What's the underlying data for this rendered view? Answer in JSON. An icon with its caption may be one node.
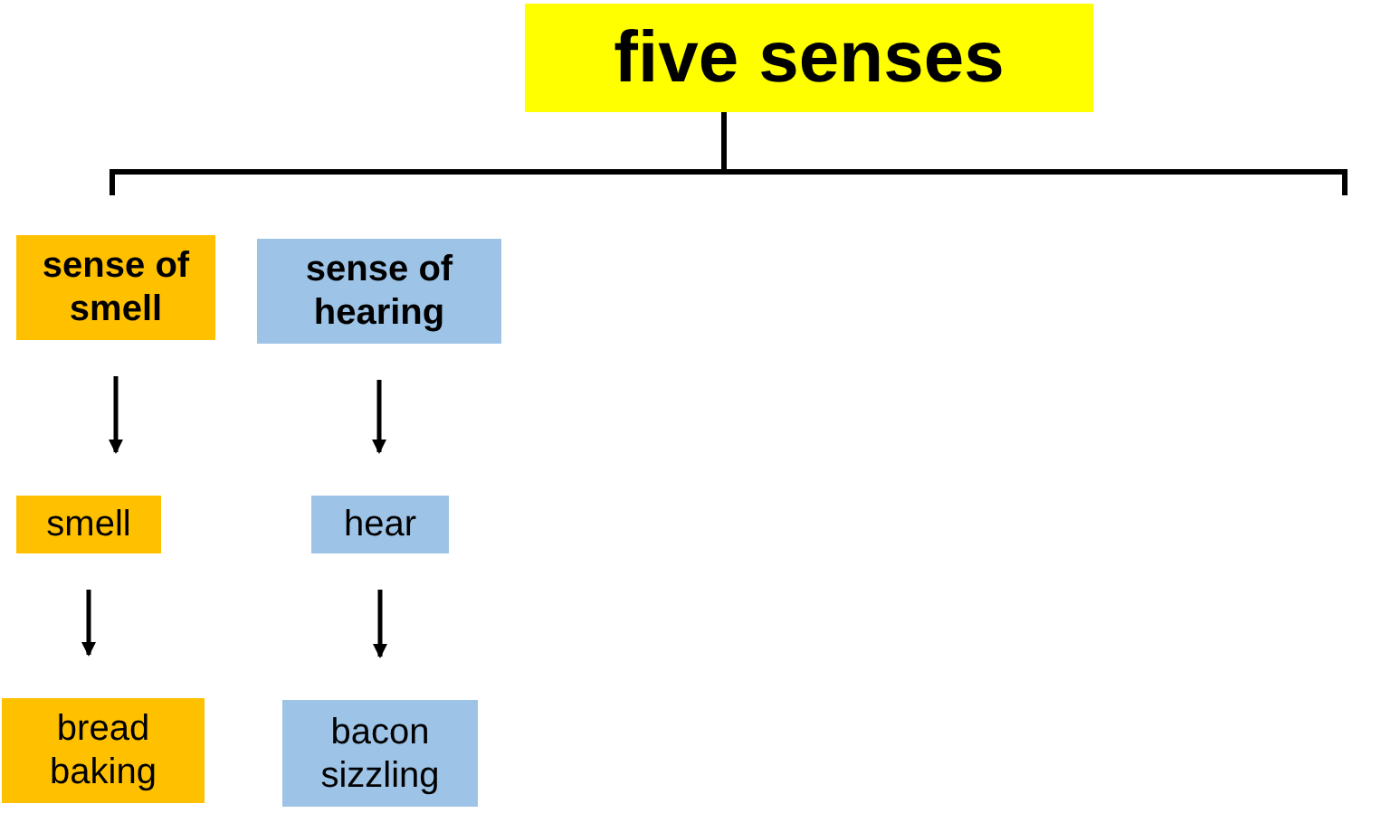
{
  "diagram": {
    "nodes": [
      {
        "text": [
          "five senses"
        ]
      },
      {
        "text": [
          "sense of smell"
        ]
      },
      {
        "text": [
          "sense of hearing"
        ]
      },
      {
        "text": [
          "smell"
        ]
      },
      {
        "text": [
          "hear"
        ]
      },
      {
        "text": [
          "bread baking"
        ]
      },
      {
        "text": [
          "bacon sizzling"
        ]
      }
    ],
    "edges": [
      {
        "from": 1,
        "to": 3,
        "arrow": "to"
      },
      {
        "from": 3,
        "to": 5,
        "arrow": "to"
      },
      {
        "from": 2,
        "to": 4,
        "arrow": "to"
      },
      {
        "from": 4,
        "to": 6,
        "arrow": "to"
      }
    ]
  }
}
